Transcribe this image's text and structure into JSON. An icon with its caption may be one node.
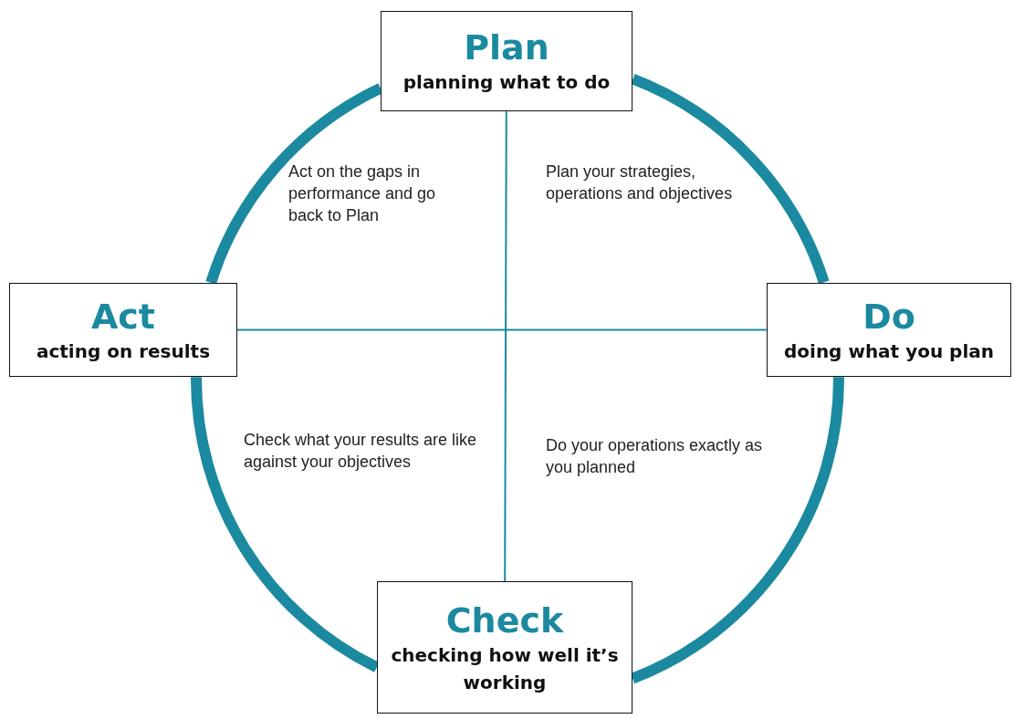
{
  "diagram": {
    "nodes": [
      {
        "text": [
          "Plan",
          "planning what to do"
        ]
      },
      {
        "text": [
          "Do",
          "doing what you plan"
        ]
      },
      {
        "text": [
          "Check",
          "checking how well it’s working"
        ]
      },
      {
        "text": [
          "Act",
          "acting on results"
        ]
      }
    ],
    "edges": [
      {
        "from": 0,
        "to": 1,
        "arrow": "none"
      },
      {
        "from": 1,
        "to": 2,
        "arrow": "none"
      },
      {
        "from": 2,
        "to": 3,
        "arrow": "none"
      },
      {
        "from": 3,
        "to": 0,
        "arrow": "none"
      },
      {
        "from": 0,
        "to": 2,
        "arrow": "none"
      },
      {
        "from": 3,
        "to": 1,
        "arrow": "none"
      }
    ],
    "labels": [
      "Act on the gaps in performance and go back to Plan",
      "Plan your strategies, operations and objectives",
      "Check what your results are like against your objectives",
      "Do your operations exactly as you planned"
    ]
  }
}
